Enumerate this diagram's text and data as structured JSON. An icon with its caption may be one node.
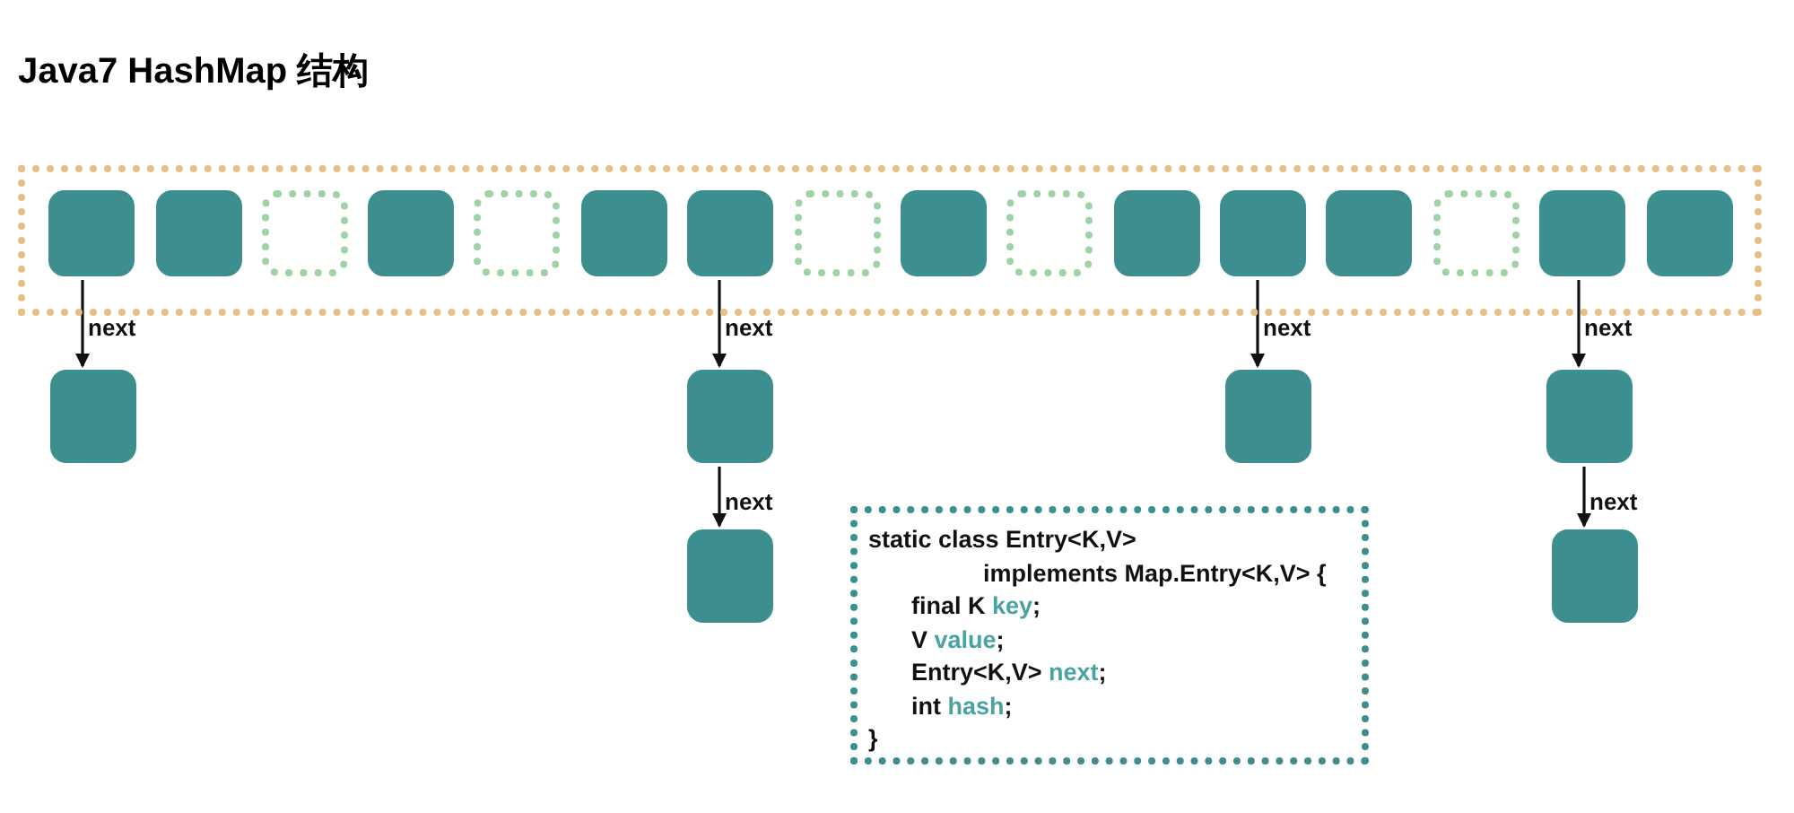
{
  "diagram": {
    "title": "Java7 HashMap 结构",
    "nodes": [
      {
        "text": [],
        "shape": "box"
      },
      {
        "text": [],
        "shape": "block",
        "in": 0
      },
      {
        "text": [],
        "shape": "block",
        "in": 0
      },
      {
        "text": [],
        "shape": "slot",
        "in": 0
      },
      {
        "text": [],
        "shape": "block",
        "in": 0
      },
      {
        "text": [],
        "shape": "slot",
        "in": 0
      },
      {
        "text": [],
        "shape": "block",
        "in": 0
      },
      {
        "text": [],
        "shape": "block",
        "in": 0
      },
      {
        "text": [],
        "shape": "slot",
        "in": 0
      },
      {
        "text": [],
        "shape": "block",
        "in": 0
      },
      {
        "text": [],
        "shape": "slot",
        "in": 0
      },
      {
        "text": [],
        "shape": "block",
        "in": 0
      },
      {
        "text": [],
        "shape": "block",
        "in": 0
      },
      {
        "text": [],
        "shape": "block",
        "in": 0
      },
      {
        "text": [],
        "shape": "slot",
        "in": 0
      },
      {
        "text": [],
        "shape": "block",
        "in": 0
      },
      {
        "text": [],
        "shape": "block",
        "in": 0
      },
      {
        "text": [],
        "shape": "block"
      },
      {
        "text": [],
        "shape": "block"
      },
      {
        "text": [],
        "shape": "block"
      },
      {
        "text": [],
        "shape": "block"
      },
      {
        "text": [],
        "shape": "block"
      },
      {
        "text": [],
        "shape": "block"
      },
      {
        "text": [
          "static class Entry<K,V>",
          "implements Map.Entry<K,V> {",
          "final K key;",
          "V value;",
          "Entry<K,V> next;",
          "int hash;",
          "}"
        ]
      }
    ],
    "edges": [
      {
        "from": 1,
        "to": 17,
        "arrow": "to",
        "label": "next"
      },
      {
        "from": 7,
        "to": 18,
        "arrow": "to",
        "label": "next"
      },
      {
        "from": 18,
        "to": 19,
        "arrow": "to",
        "label": "next"
      },
      {
        "from": 12,
        "to": 20,
        "arrow": "to",
        "label": "next"
      },
      {
        "from": 15,
        "to": 21,
        "arrow": "to",
        "label": "next"
      },
      {
        "from": 21,
        "to": 22,
        "arrow": "to",
        "label": "next"
      }
    ]
  }
}
